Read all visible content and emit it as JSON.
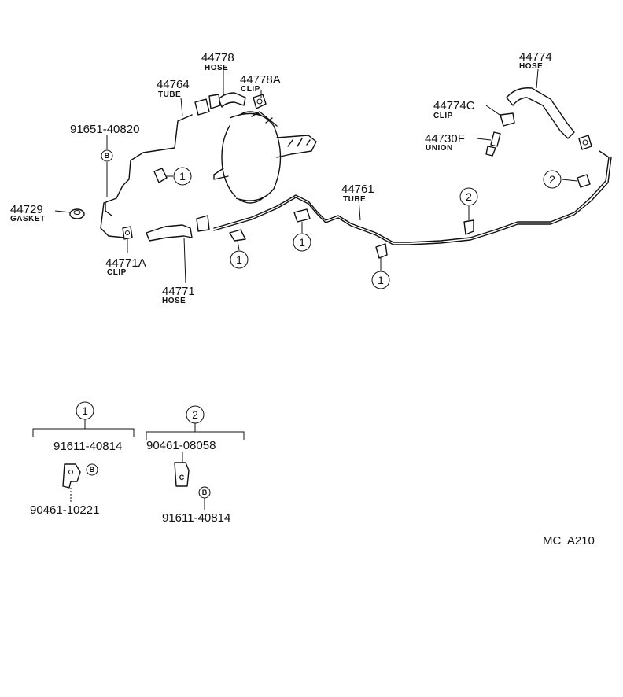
{
  "parts": {
    "p44778": {
      "num": "44778",
      "name": "HOSE"
    },
    "p44778a": {
      "num": "44778A",
      "name": "CLIP"
    },
    "p44764": {
      "num": "44764",
      "name": "TUBE"
    },
    "p91651": {
      "num": "91651-40820"
    },
    "p44729": {
      "num": "44729",
      "name": "GASKET"
    },
    "p44771a": {
      "num": "44771A",
      "name": "CLIP"
    },
    "p44771": {
      "num": "44771",
      "name": "HOSE"
    },
    "p44761": {
      "num": "44761",
      "name": "TUBE"
    },
    "p44774": {
      "num": "44774",
      "name": "HOSE"
    },
    "p44774c": {
      "num": "44774C",
      "name": "CLIP"
    },
    "p44730f": {
      "num": "44730F",
      "name": "UNION"
    }
  },
  "callouts": {
    "one": "1",
    "two": "2",
    "b": "B",
    "c": "C"
  },
  "legend": {
    "group1": {
      "num": "1",
      "bolt": "91611-40814",
      "clamp": "90461-10221"
    },
    "group2": {
      "num": "2",
      "clamp": "90461-08058",
      "bolt": "91611-40814"
    }
  },
  "footer": {
    "code": "MC  A210"
  }
}
